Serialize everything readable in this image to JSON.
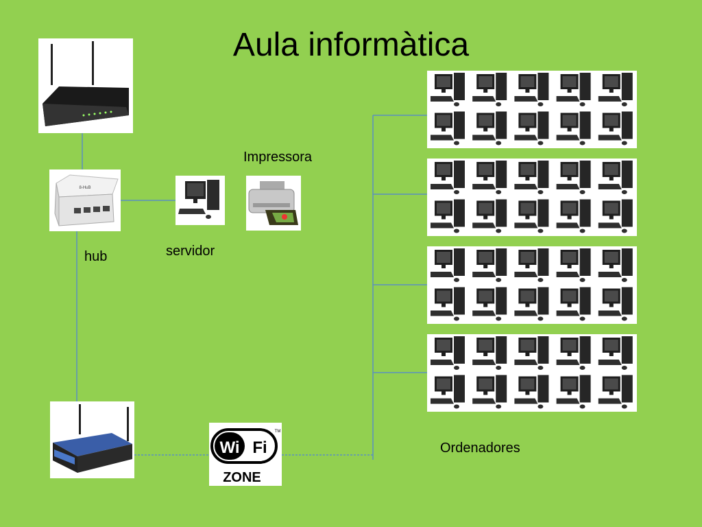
{
  "title": "Aula informàtica",
  "labels": {
    "impressora": "Impressora",
    "hub": "hub",
    "servidor": "servidor",
    "ordenadores": "Ordenadores"
  },
  "wifi_logo": {
    "wi": "Wi",
    "fi": "Fi",
    "zone": "ZONE",
    "tm": "TM"
  },
  "hub_device_text": "8-HuB",
  "colors": {
    "background": "#92d050",
    "connector": "#5b8fbf"
  },
  "icons": {
    "top_router": "router-icon",
    "hub": "hub-icon",
    "server": "computer-icon",
    "printer": "printer-icon",
    "wireless_router": "wireless-router-icon",
    "wifi": "wifi-zone-logo",
    "computers": "computer-icon"
  }
}
